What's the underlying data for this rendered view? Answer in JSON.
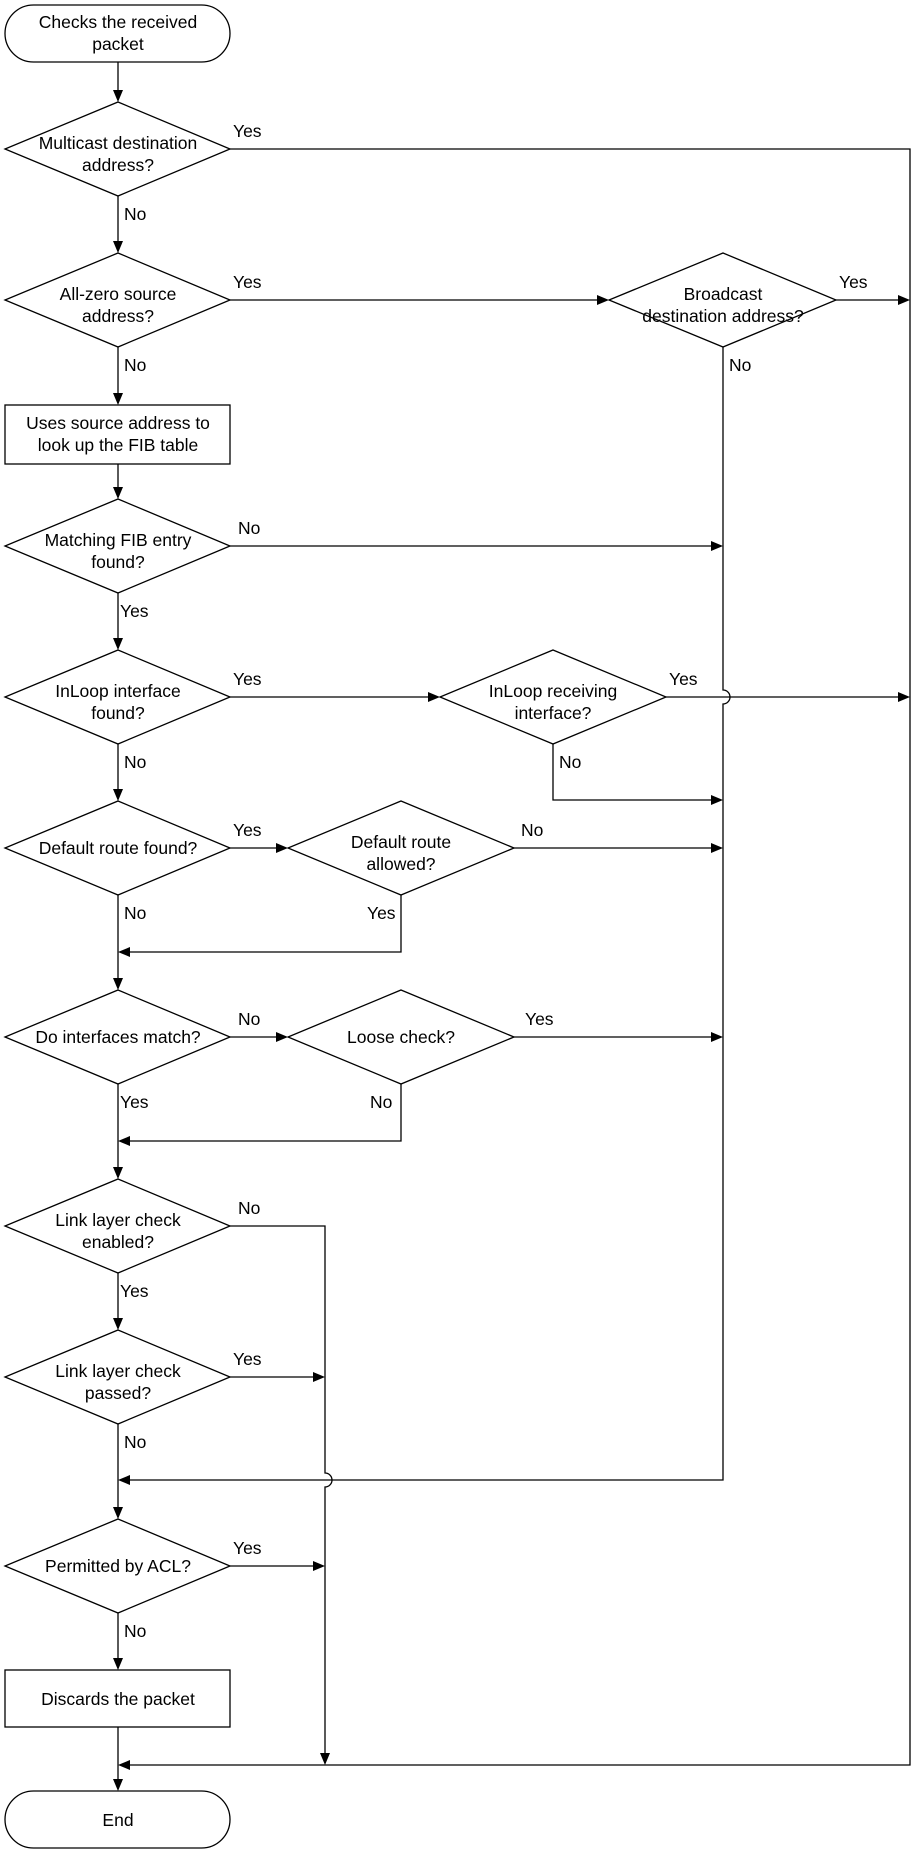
{
  "nodes": {
    "start": [
      "Checks the received",
      "packet"
    ],
    "multicast": [
      "Multicast destination",
      "address?"
    ],
    "zero_src": [
      "All-zero source",
      "address?"
    ],
    "broadcast": [
      "Broadcast",
      "destination address?"
    ],
    "fib_lookup": [
      "Uses source address to",
      "look up the FIB table"
    ],
    "fib_found": [
      "Matching FIB entry",
      "found?"
    ],
    "inloop_found": [
      "InLoop interface",
      "found?"
    ],
    "inloop_recv": [
      "InLoop receiving",
      "interface?"
    ],
    "default_found": [
      "Default route found?"
    ],
    "default_allowed": [
      "Default route",
      "allowed?"
    ],
    "iface_match": [
      "Do interfaces match?"
    ],
    "loose": [
      "Loose check?"
    ],
    "link_enabled": [
      "Link layer check",
      "enabled?"
    ],
    "link_passed": [
      "Link layer check",
      "passed?"
    ],
    "acl": [
      "Permitted by ACL?"
    ],
    "discard": [
      "Discards the packet"
    ],
    "end": [
      "End"
    ]
  },
  "labels": {
    "multicast_yes": "Yes",
    "multicast_no": "No",
    "zero_src_yes": "Yes",
    "zero_src_no": "No",
    "broadcast_yes": "Yes",
    "broadcast_no": "No",
    "fib_found_no": "No",
    "fib_found_yes": "Yes",
    "inloop_found_yes": "Yes",
    "inloop_found_no": "No",
    "inloop_recv_yes": "Yes",
    "inloop_recv_no": "No",
    "default_found_yes": "Yes",
    "default_found_no": "No",
    "default_allowed_no": "No",
    "default_allowed_yes": "Yes",
    "iface_match_no": "No",
    "iface_match_yes": "Yes",
    "loose_yes": "Yes",
    "loose_no": "No",
    "link_enabled_no": "No",
    "link_enabled_yes": "Yes",
    "link_passed_yes": "Yes",
    "link_passed_no": "No",
    "acl_yes": "Yes",
    "acl_no": "No"
  }
}
